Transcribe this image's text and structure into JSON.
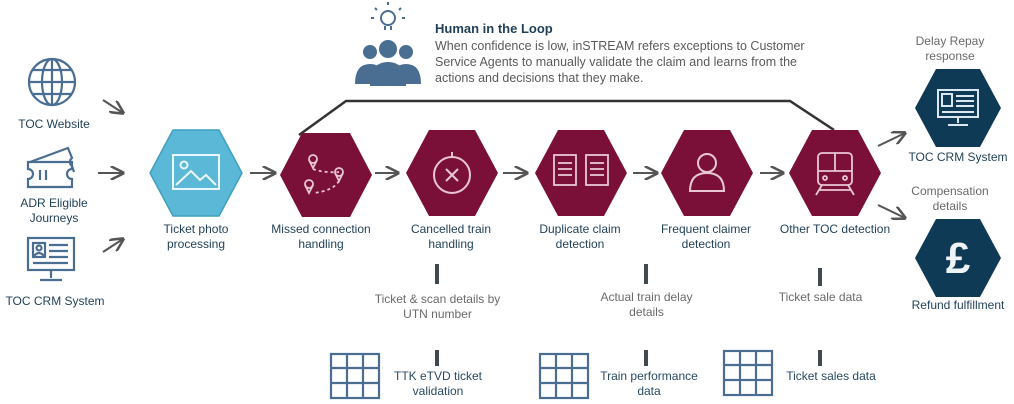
{
  "hitl": {
    "title": "Human in the Loop",
    "text": "When confidence is low, inSTREAM refers exceptions to Customer Service Agents to manually validate the claim and learns from the actions and decisions that they make."
  },
  "inputs": {
    "toc_website": "TOC Website",
    "adr_journeys": "ADR Eligible Journeys",
    "toc_crm": "TOC CRM System"
  },
  "steps": {
    "ticket_photo": "Ticket photo processing",
    "missed_connection": "Missed connection handling",
    "cancelled_train": "Cancelled train handling",
    "duplicate_claim": "Duplicate claim detection",
    "frequent_claimer": "Frequent claimer detection",
    "other_toc": "Other TOC detection"
  },
  "data_sources": {
    "ticket_scan_details": "Ticket & scan details by UTN number",
    "ttk_validation": "TTK eTVD ticket validation",
    "actual_delay": "Actual train delay details",
    "train_performance": "Train performance data",
    "ticket_sale_data": "Ticket sale data",
    "ticket_sales_data": "Ticket sales data"
  },
  "outputs": {
    "delay_repay_response": "Delay Repay response",
    "toc_crm_system": "TOC CRM System",
    "compensation_details": "Compensation details",
    "refund_fulfillment": "Refund fulfillment"
  },
  "colors": {
    "maroon": "#7a1038",
    "teal_light": "#5bb8d6",
    "navy": "#0f3a55",
    "icon_stroke": "#4a6e92",
    "arrow": "#555555",
    "dash": "#404850"
  }
}
